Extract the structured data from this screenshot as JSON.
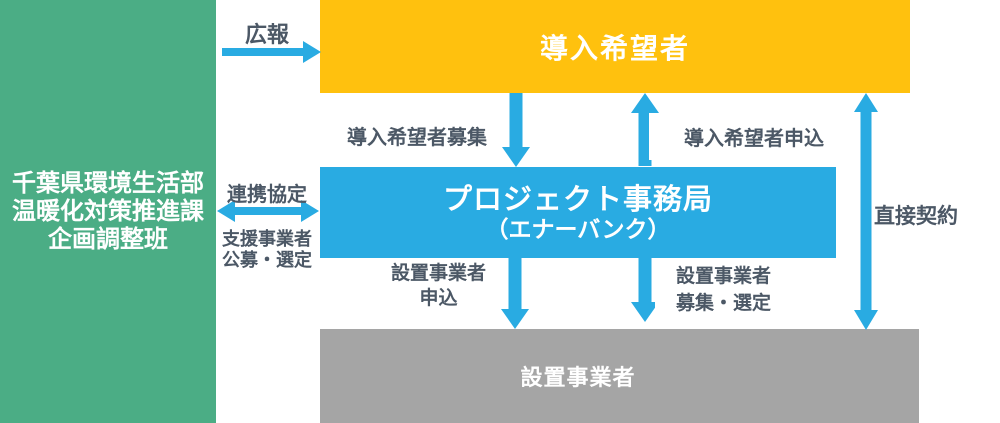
{
  "colors": {
    "green": "#4BAD85",
    "yellow": "#FFC10E",
    "blue": "#29ABE2",
    "gray": "#A5A5A5",
    "labeltext": "#4C5866",
    "boxbg": "#FFFFFF"
  },
  "nodes": {
    "prefecture": {
      "lines": [
        "千葉県環境生活部",
        "温暖化対策推進課",
        "企画調整班"
      ]
    },
    "applicants": {
      "title": "導入希望者"
    },
    "office": {
      "title": "プロジェクト事務局",
      "subtitle": "（エナーバンク）"
    },
    "installers": {
      "title": "設置事業者"
    }
  },
  "labels": {
    "kouhou": "広報",
    "renkei_kyotei": "連携協定",
    "shien_lines": [
      "支援事業者",
      "公募・選定"
    ],
    "donyu_boshu": "導入希望者募集",
    "donyu_moushikomi": "導入希望者申込",
    "secchi_moushikomi_lines": [
      "設置事業者",
      "申込"
    ],
    "secchi_boshu_lines": [
      "設置事業者",
      "募集・選定"
    ],
    "chokusetsu_keiyaku": "直接契約"
  }
}
